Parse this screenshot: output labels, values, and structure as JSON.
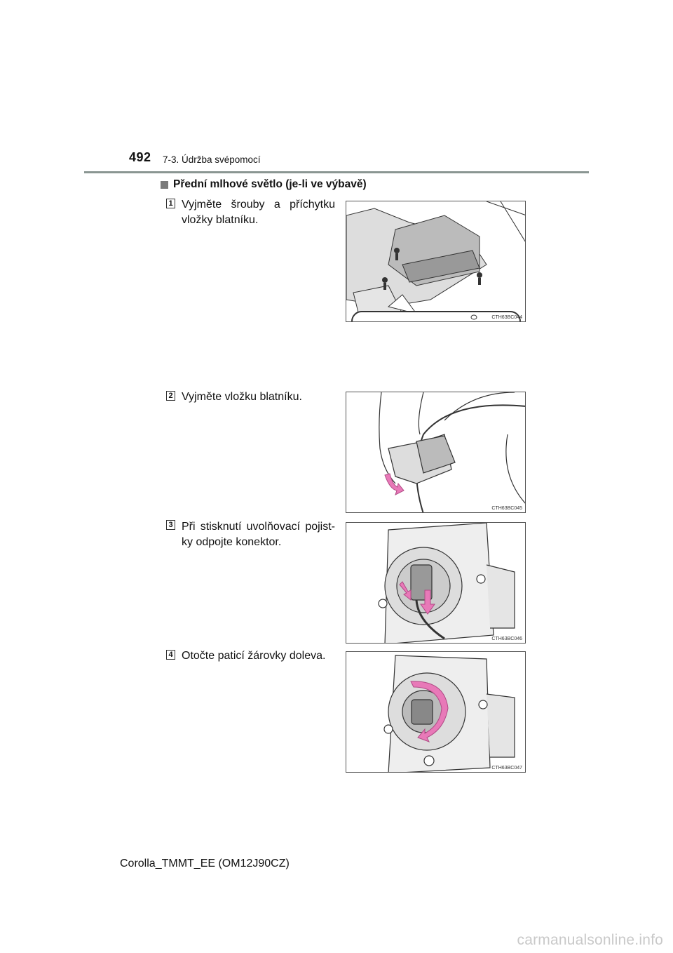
{
  "header": {
    "page_number": "492",
    "section": "7-3. Údržba svépomocí"
  },
  "heading": "Přední mlhové světlo (je-li ve výbavě)",
  "steps": [
    {
      "number": "1",
      "text": "Vyjměte šrouby a příchytku vložky blatníku.",
      "figure_code": "CTH63BC044"
    },
    {
      "number": "2",
      "text": "Vyjměte vložku blatníku.",
      "figure_code": "CTH63BC045"
    },
    {
      "number": "3",
      "text": "Při stisknutí uvolňovací pojist-ky odpojte konektor.",
      "figure_code": "CTH63BC046"
    },
    {
      "number": "4",
      "text": "Otočte paticí žárovky doleva.",
      "figure_code": "CTH63BC047"
    }
  ],
  "footer": "Corolla_TMMT_EE (OM12J90CZ)",
  "watermark": "carmanualsonline.info",
  "colors": {
    "arrow_pink": "#e879b8",
    "rule_gray": "#8a9692"
  }
}
